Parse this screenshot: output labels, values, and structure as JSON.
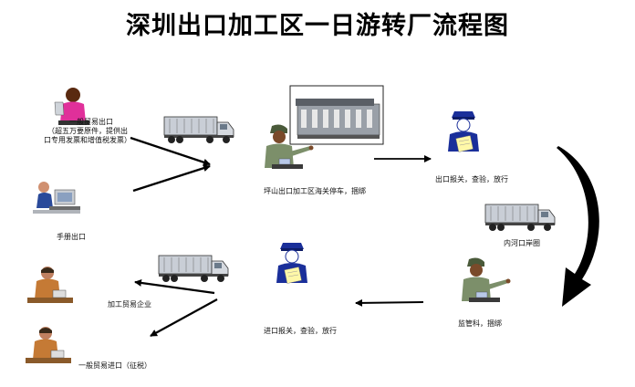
{
  "title": "深圳出口加工区一日游转厂流程图",
  "labels": {
    "general_export_1": "一般贸易出口",
    "general_export_2": "（超五万要原件，提供出",
    "general_export_3": "口专用发票和增值税发票）",
    "manual_export": "手册出口",
    "pingshan_customs": "坪山出口加工区海关停车，捆绑",
    "export_declare": "出口报关，查验，放行",
    "inland_transit": "内河口岸圈",
    "supervision": "监管科，捆绑",
    "import_declare": "进口报关，查验，放行",
    "processing_trade": "加工贸易企业",
    "general_import": "一般贸易进口（征税）"
  }
}
